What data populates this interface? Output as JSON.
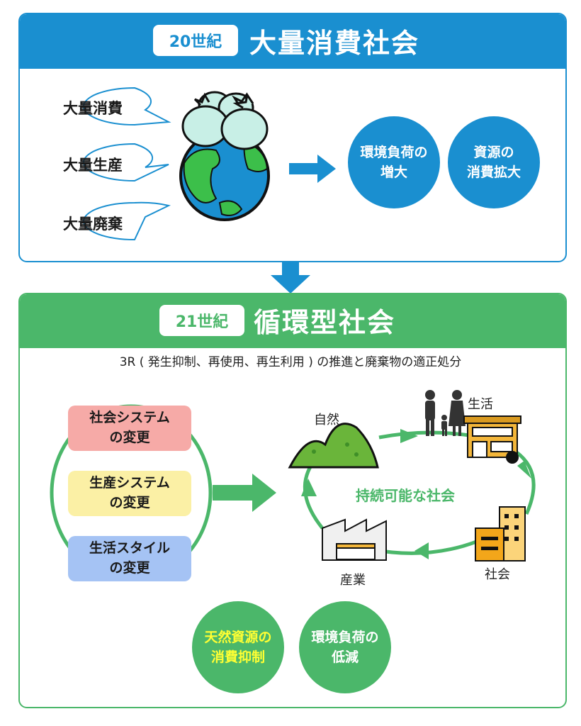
{
  "top": {
    "era_label": "20世紀",
    "title": "大量消費社会",
    "bubbles": [
      "大量消費",
      "大量生産",
      "大量廃棄"
    ],
    "results": [
      {
        "line1": "環境負荷の",
        "line2": "増大"
      },
      {
        "line1": "資源の",
        "line2": "消費拡大"
      }
    ]
  },
  "bottom": {
    "era_label": "21世紀",
    "title": "循環型社会",
    "subtitle": "3R ( 発生抑制、再使用、再生利用 ) の推進と廃棄物の適正処分",
    "systems": [
      {
        "line1": "社会システム",
        "line2": "の変更"
      },
      {
        "line1": "生産システム",
        "line2": "の変更"
      },
      {
        "line1": "生活スタイル",
        "line2": "の変更"
      }
    ],
    "cycle": {
      "center": "持続可能な社会",
      "nature": "自然",
      "life": "生活",
      "society": "社会",
      "industry": "産業"
    },
    "outcomes": [
      {
        "line1": "天然資源の",
        "line2": "消費抑制"
      },
      {
        "line1": "環境負荷の",
        "line2": "低減"
      }
    ]
  },
  "colors": {
    "blue": "#1a8fd0",
    "green": "#4bb76a",
    "pink": "#f6aaa7",
    "yellow": "#fbf0a5",
    "lightblue": "#a5c3f4",
    "outcome_text_highlight": "#ffff33"
  },
  "icons": [
    "earth-icon",
    "garbage-bag-icon",
    "mountain-icon",
    "family-icon",
    "house-icon",
    "building-icon",
    "factory-icon"
  ]
}
